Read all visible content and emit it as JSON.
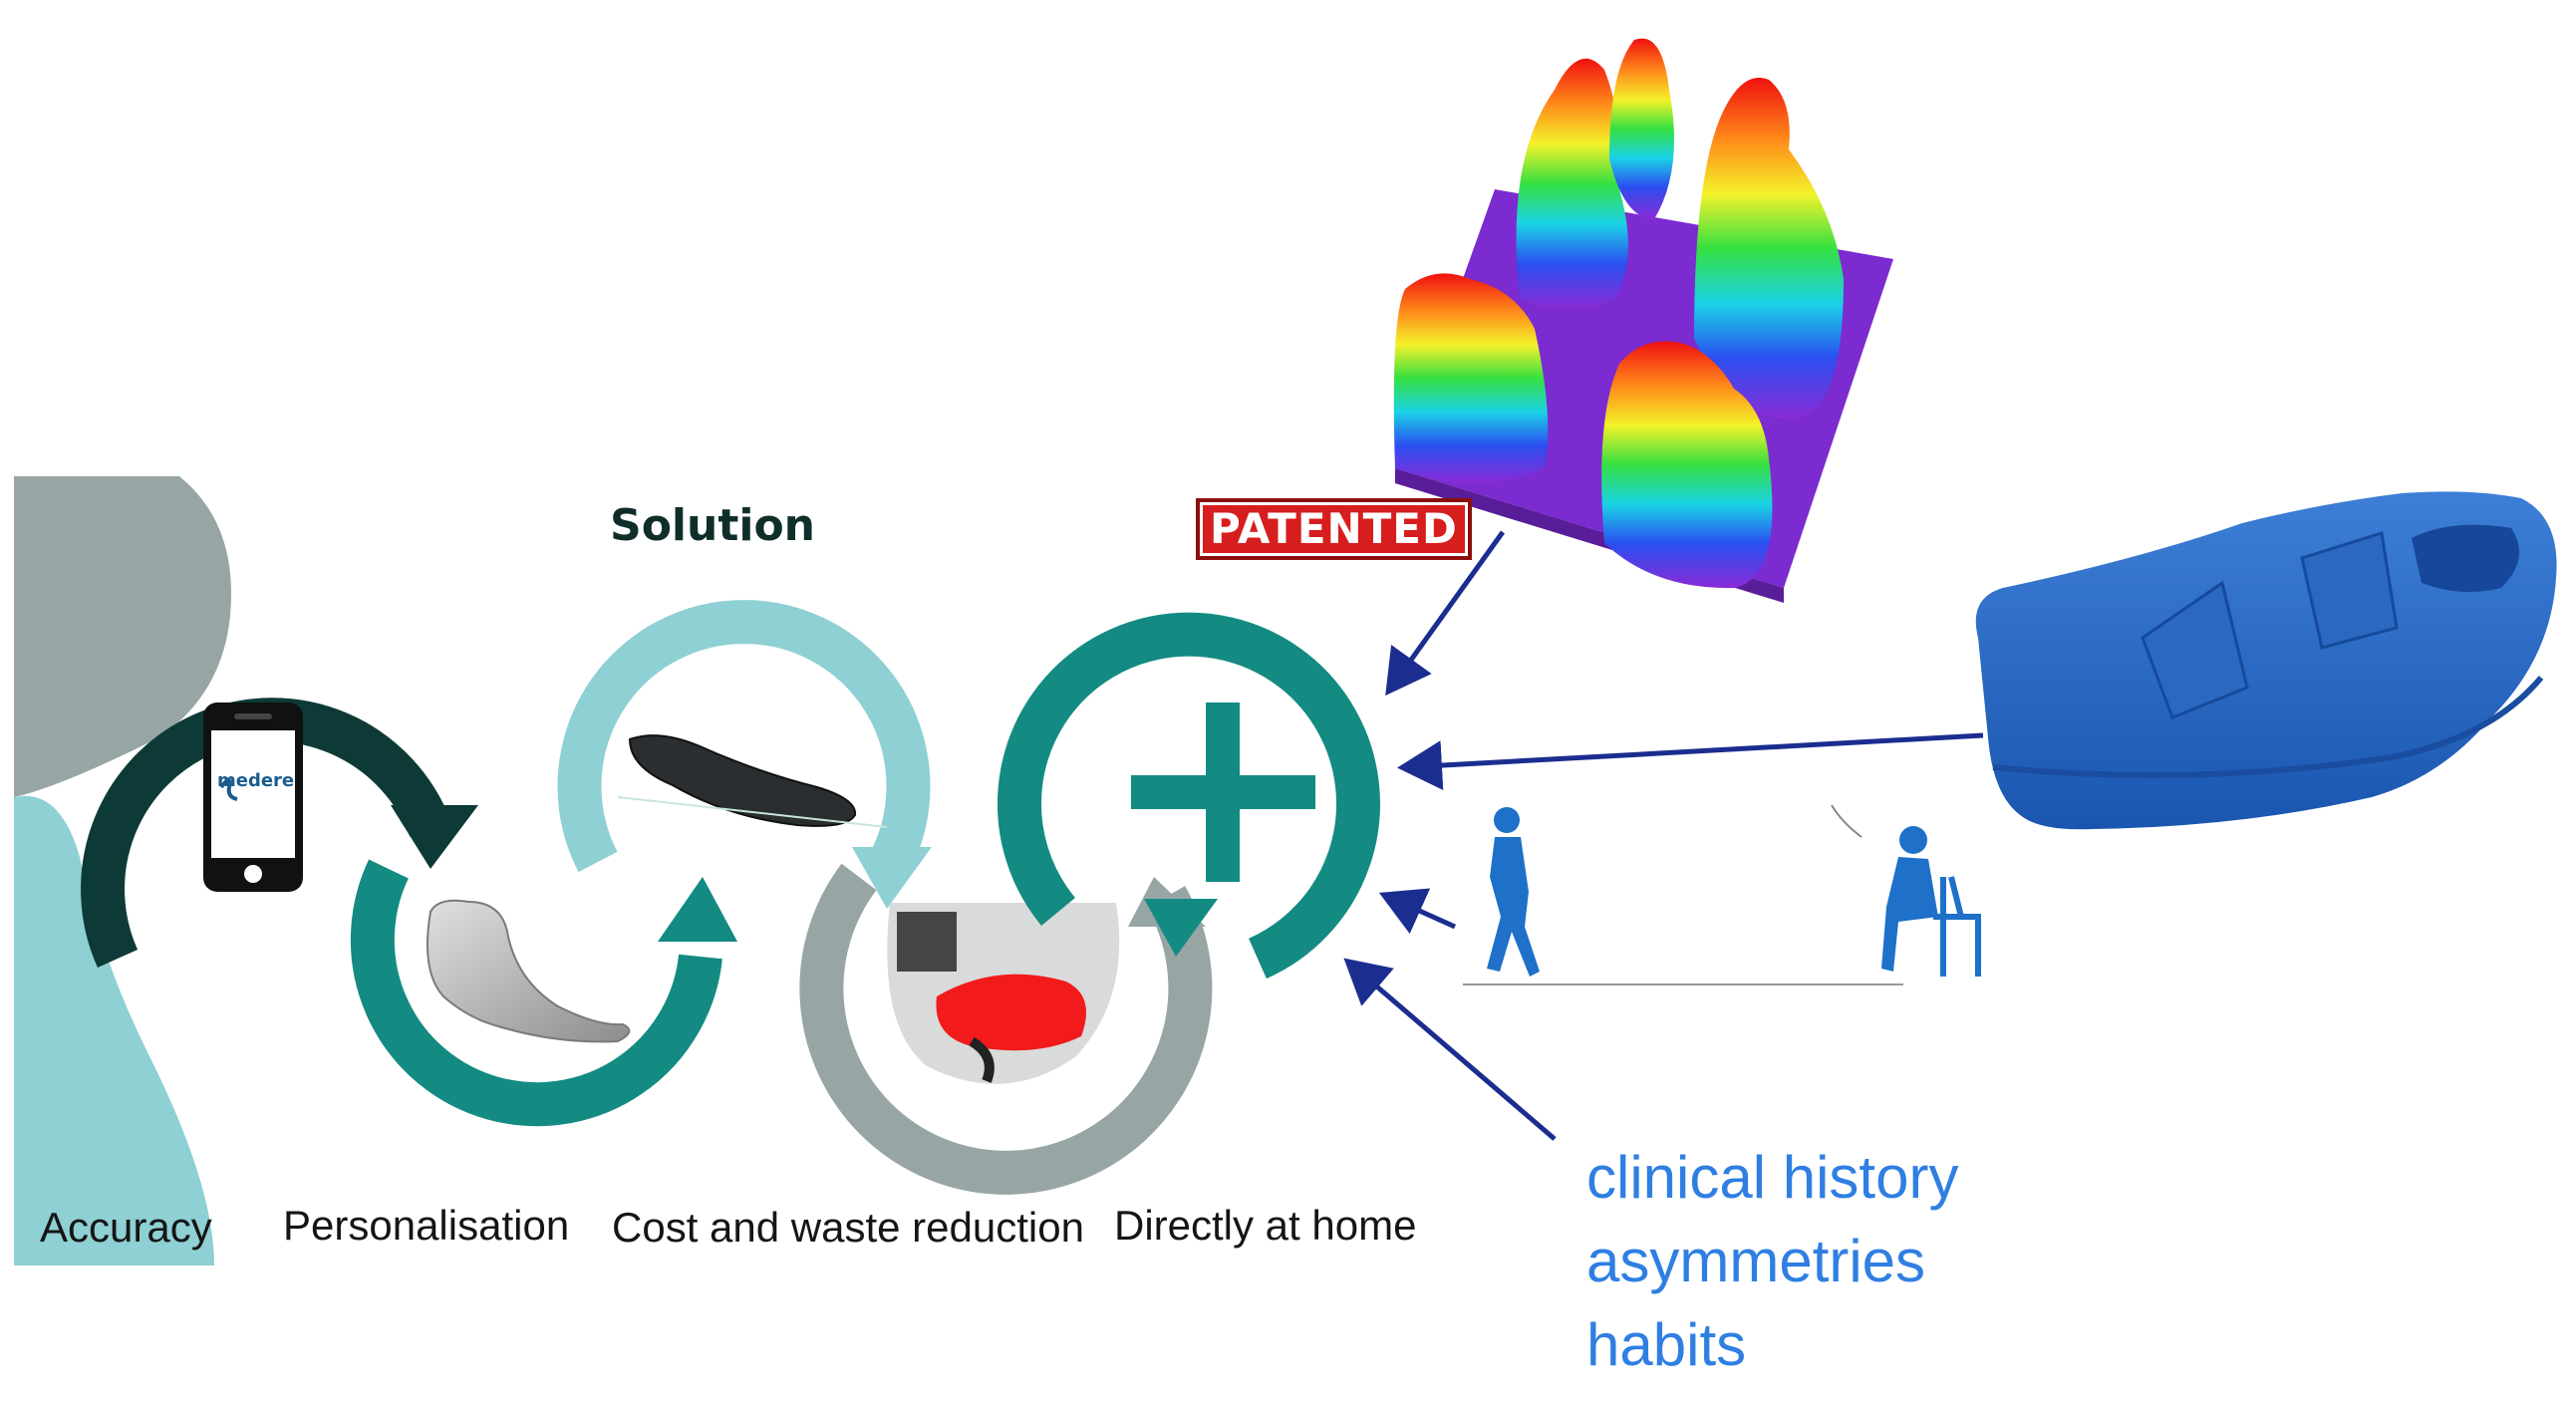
{
  "heading": "Solution",
  "badge": "PATENTED",
  "app_name": "medere",
  "stages": [
    {
      "label": "Accuracy",
      "icon": "smartphone-icon"
    },
    {
      "label": "Personalisation",
      "icon": "foot-scan-icon"
    },
    {
      "label": "Cost and waste reduction",
      "icon": "insole-icon"
    },
    {
      "label": "Directly at home",
      "icon": "plus-icon"
    }
  ],
  "inputs": [
    {
      "name": "pressure-map",
      "icon": "pressure-surface-icon"
    },
    {
      "name": "shoe",
      "icon": "shoe-icon"
    },
    {
      "name": "gait-test",
      "icon": "walking-person-icon"
    },
    {
      "name": "notes",
      "icon": "text"
    }
  ],
  "notes": [
    "clinical history",
    "asymmetries",
    "habits"
  ],
  "colors": {
    "dark_teal": "#0d3a37",
    "teal": "#138b82",
    "light_teal": "#8ed0d3",
    "grey": "#97a6a5",
    "arrow_navy": "#1b2d8f",
    "note_blue": "#2f7fe2",
    "figure_blue": "#1e70c8",
    "badge_red": "#d71e1e"
  }
}
